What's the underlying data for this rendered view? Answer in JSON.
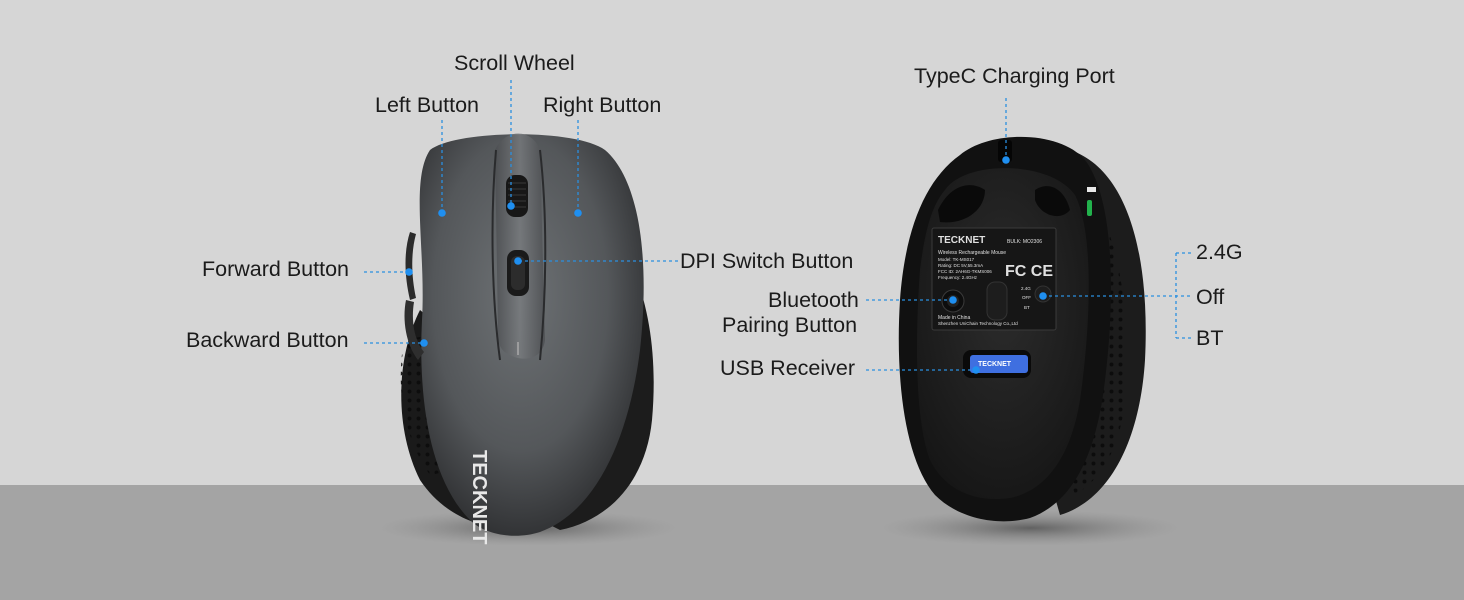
{
  "labels": {
    "scroll_wheel": "Scroll Wheel",
    "left_button": "Left Button",
    "right_button": "Right Button",
    "forward_button": "Forward Button",
    "backward_button": "Backward Button",
    "dpi_switch_button": "DPI Switch Button",
    "typec_port": "TypeC Charging Port",
    "bluetooth_line1": "Bluetooth",
    "bluetooth_line2": "Pairing Button",
    "usb_receiver": "USB Receiver",
    "mode_24g": "2.4G",
    "mode_off": "Off",
    "mode_bt": "BT"
  },
  "product": {
    "brand": "TECKNET",
    "receiver_brand": "TECKNET",
    "sticker": {
      "brand": "TECKNET",
      "code": "BULK: MO2306",
      "title": "Wireless Rechargeable Mouse",
      "model": "Model: TK-MS017",
      "rating": "Rating: DC 5V,55.3mA",
      "fcc": "FCC ID: 2AH6G-TKMS006",
      "frequency": "Frequency: 2.4GHz",
      "origin": "Made in China",
      "company": "Shenzhen UniChain Technology Co.,Ltd",
      "switch_24g": "2.4G",
      "switch_off": "OFF",
      "switch_bt": "BT"
    }
  },
  "colors": {
    "callout": "#2a8fe0",
    "dot": "#1f8ff0",
    "mouse_shell": "#5a5d60",
    "mouse_dark": "#1a1a1a"
  }
}
